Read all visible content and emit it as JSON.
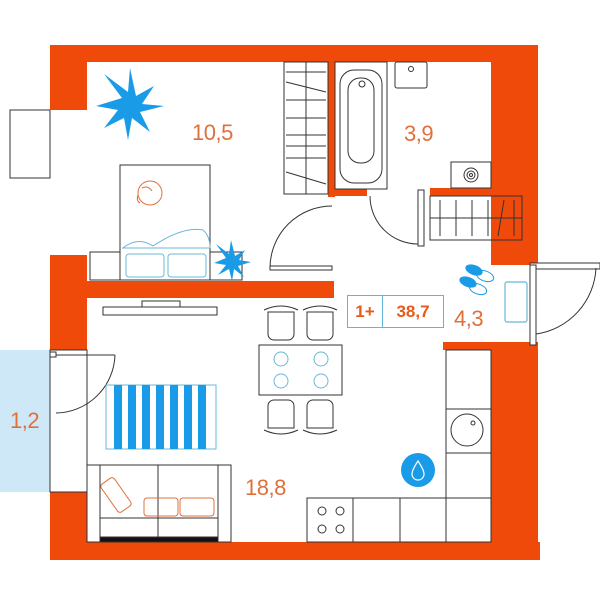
{
  "floorplan": {
    "apartment": {
      "rooms_label": "1+",
      "total_area": "38,7"
    },
    "rooms": [
      {
        "id": "bedroom",
        "area": "10,5"
      },
      {
        "id": "bathroom",
        "area": "3,9"
      },
      {
        "id": "hallway",
        "area": "4,3"
      },
      {
        "id": "living-kitchen",
        "area": "18,8"
      },
      {
        "id": "balcony",
        "area": "1,2"
      }
    ],
    "colors": {
      "wall": "#f04a0a",
      "line": "#333333",
      "accent_blue": "#1a9be8",
      "light_blue": "#6bb8d6",
      "balcony_fill": "#cfe8f7",
      "label": "#e0703a",
      "badge_text": "#e8591a"
    },
    "icons": [
      "plant-icon",
      "cat-icon",
      "slippers-icon",
      "water-drop-icon",
      "washing-machine-icon",
      "stove-icon",
      "sink-icon",
      "bathtub-icon"
    ]
  }
}
